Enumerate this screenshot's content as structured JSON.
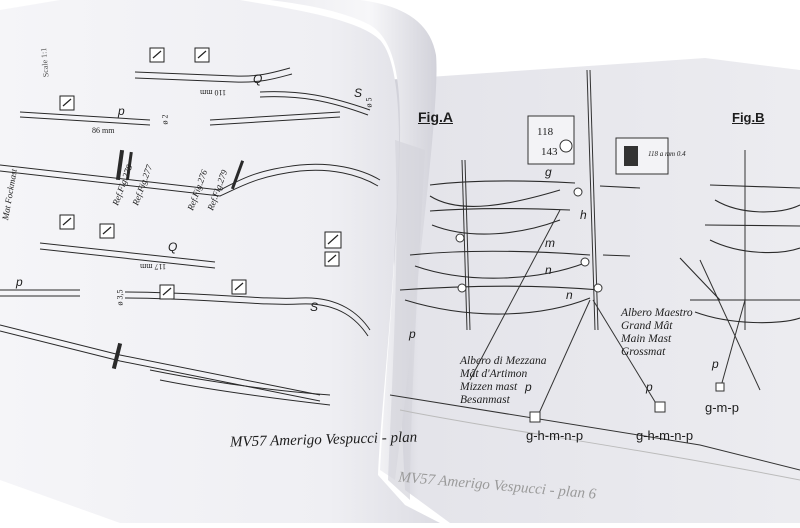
{
  "figures": {
    "fig_a": "Fig.A",
    "fig_b": "Fig.B"
  },
  "detail": {
    "n118": "118",
    "n143": "143",
    "box_text": "118 a mm 0.4"
  },
  "masts": {
    "mizzen": "Albero di Mezzana\nMât d'Artimon\nMizzen mast\nBesanmast",
    "main": "Albero Maestro\nGrand Mât\nMain Mast\nGrossmat"
  },
  "rig_labels": {
    "g": "g",
    "h": "h",
    "m": "m",
    "n1": "n",
    "n2": "n",
    "p1": "p",
    "p2": "p",
    "p3": "p",
    "p4": "p"
  },
  "base_labels": {
    "a": "g-h-m-n-p",
    "b": "g-h-m-n-p",
    "c": "g-m-p"
  },
  "left_page": {
    "scale": "Scale 1:1",
    "p_label_1": "p",
    "p_label_2": "p",
    "q_label": "Q",
    "s_label_1": "S",
    "s_label_2": "S",
    "o_label": "Q",
    "dim_86": "86 mm",
    "dim_110": "110 mm",
    "dim_117": "117 mm",
    "dia_2": "ø 2",
    "dia_35": "ø 3,5",
    "dia_5": "ø 5",
    "ref_fig_1": "Ref.Fig.278",
    "ref_fig_2": "Ref.Fig.277",
    "ref_fig_3": "Ref.Fig.276",
    "ref_fig_4": "Ref.Fig.279",
    "mast_word": "Mat Fockmast"
  },
  "titles": {
    "left": "MV57 Amerigo Vespucci - plan",
    "right": "MV57 Amerigo Vespucci - plan 6"
  },
  "colors": {
    "page_left": "#f1f1f5",
    "page_right": "#e9e9ef",
    "ink": "#222222",
    "shadow": "#c9c9d2"
  }
}
